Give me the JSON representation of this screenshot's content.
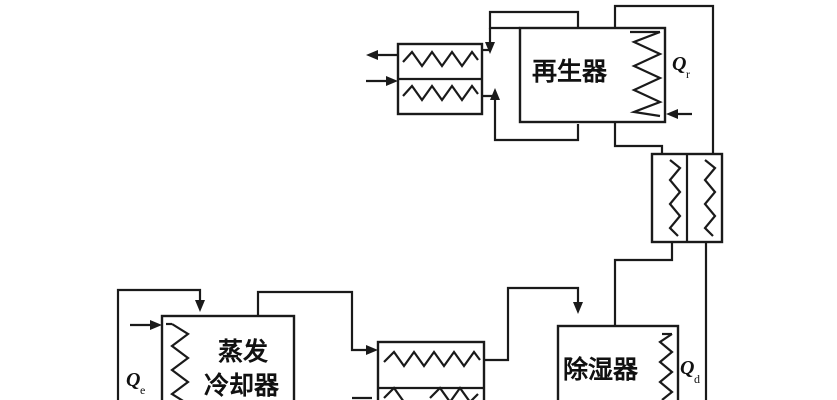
{
  "components": {
    "regenerator": {
      "label": "再生器"
    },
    "dehumidifier": {
      "label": "除湿器"
    },
    "evaporative_cooler": {
      "line1": "蒸发",
      "line2": "冷却器"
    }
  },
  "heat_labels": {
    "regenerator": {
      "symbol": "Q",
      "subscript": "r"
    },
    "dehumidifier": {
      "symbol": "Q",
      "subscript": "d"
    },
    "evaporative_cooler": {
      "symbol": "Q",
      "subscript": "e"
    }
  }
}
